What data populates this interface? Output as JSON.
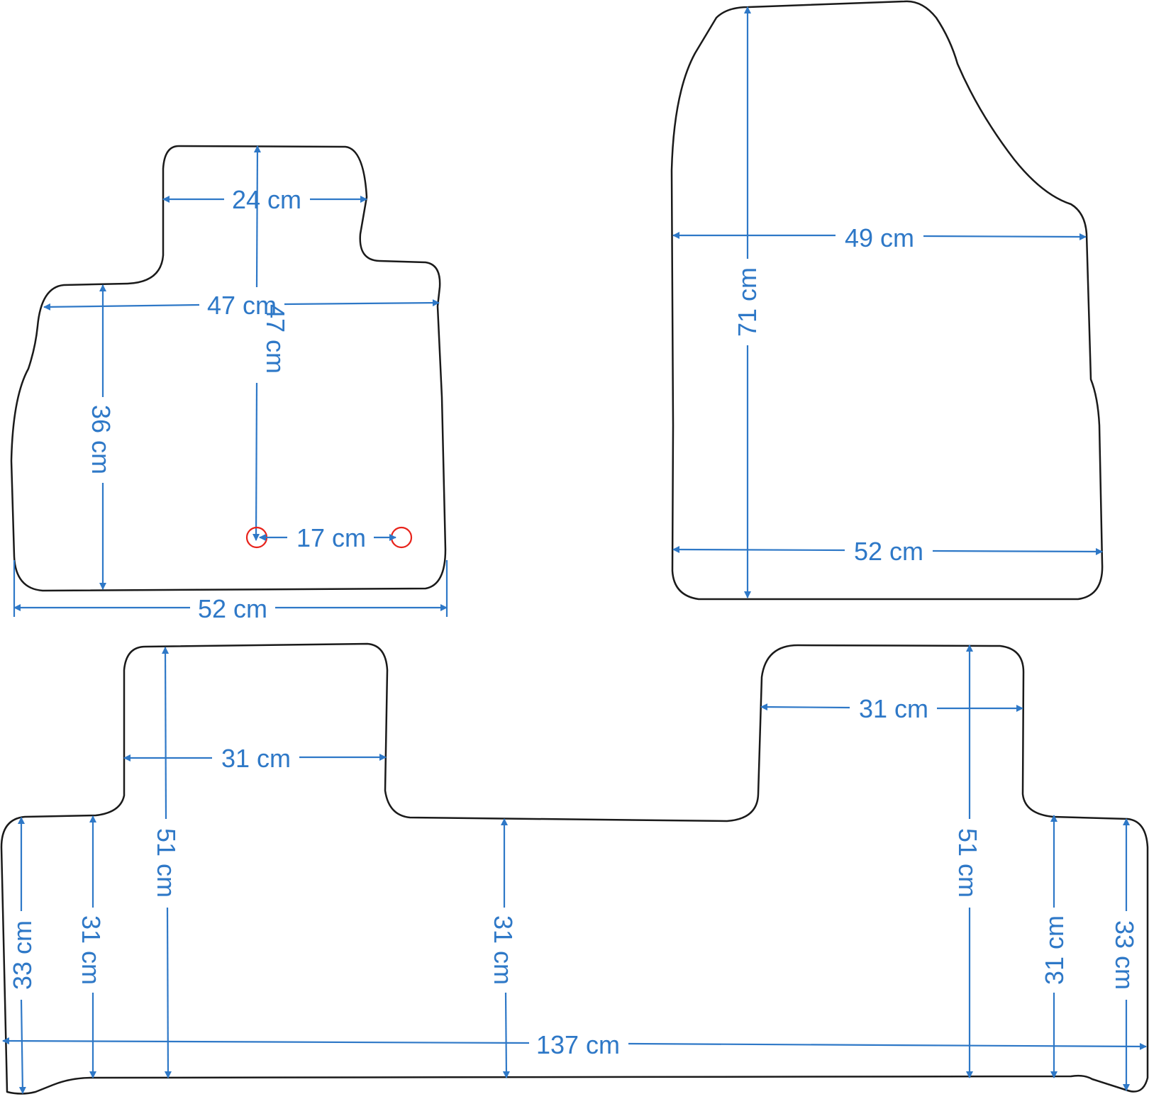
{
  "colors": {
    "dimension": "#2E78C7",
    "outline": "#1a1a1a",
    "marker": "#E8231B"
  },
  "mats": {
    "front_left": {
      "width_top": "24 cm",
      "width_mid": "47 cm",
      "length_center": "47 cm",
      "length_side": "36 cm",
      "hole_spacing": "17 cm",
      "width_bottom": "52 cm"
    },
    "front_right": {
      "width_upper": "49 cm",
      "length": "71 cm",
      "width_lower": "52 cm"
    },
    "rear": {
      "tab_left_width": "31 cm",
      "tab_right_width": "31 cm",
      "tab_left_length": "51 cm",
      "tab_right_length": "51 cm",
      "edge_left": "33 cm",
      "edge_right": "33 cm",
      "side_left": "31 cm",
      "side_right": "31 cm",
      "center_length": "31 cm",
      "total_width": "137 cm"
    }
  }
}
